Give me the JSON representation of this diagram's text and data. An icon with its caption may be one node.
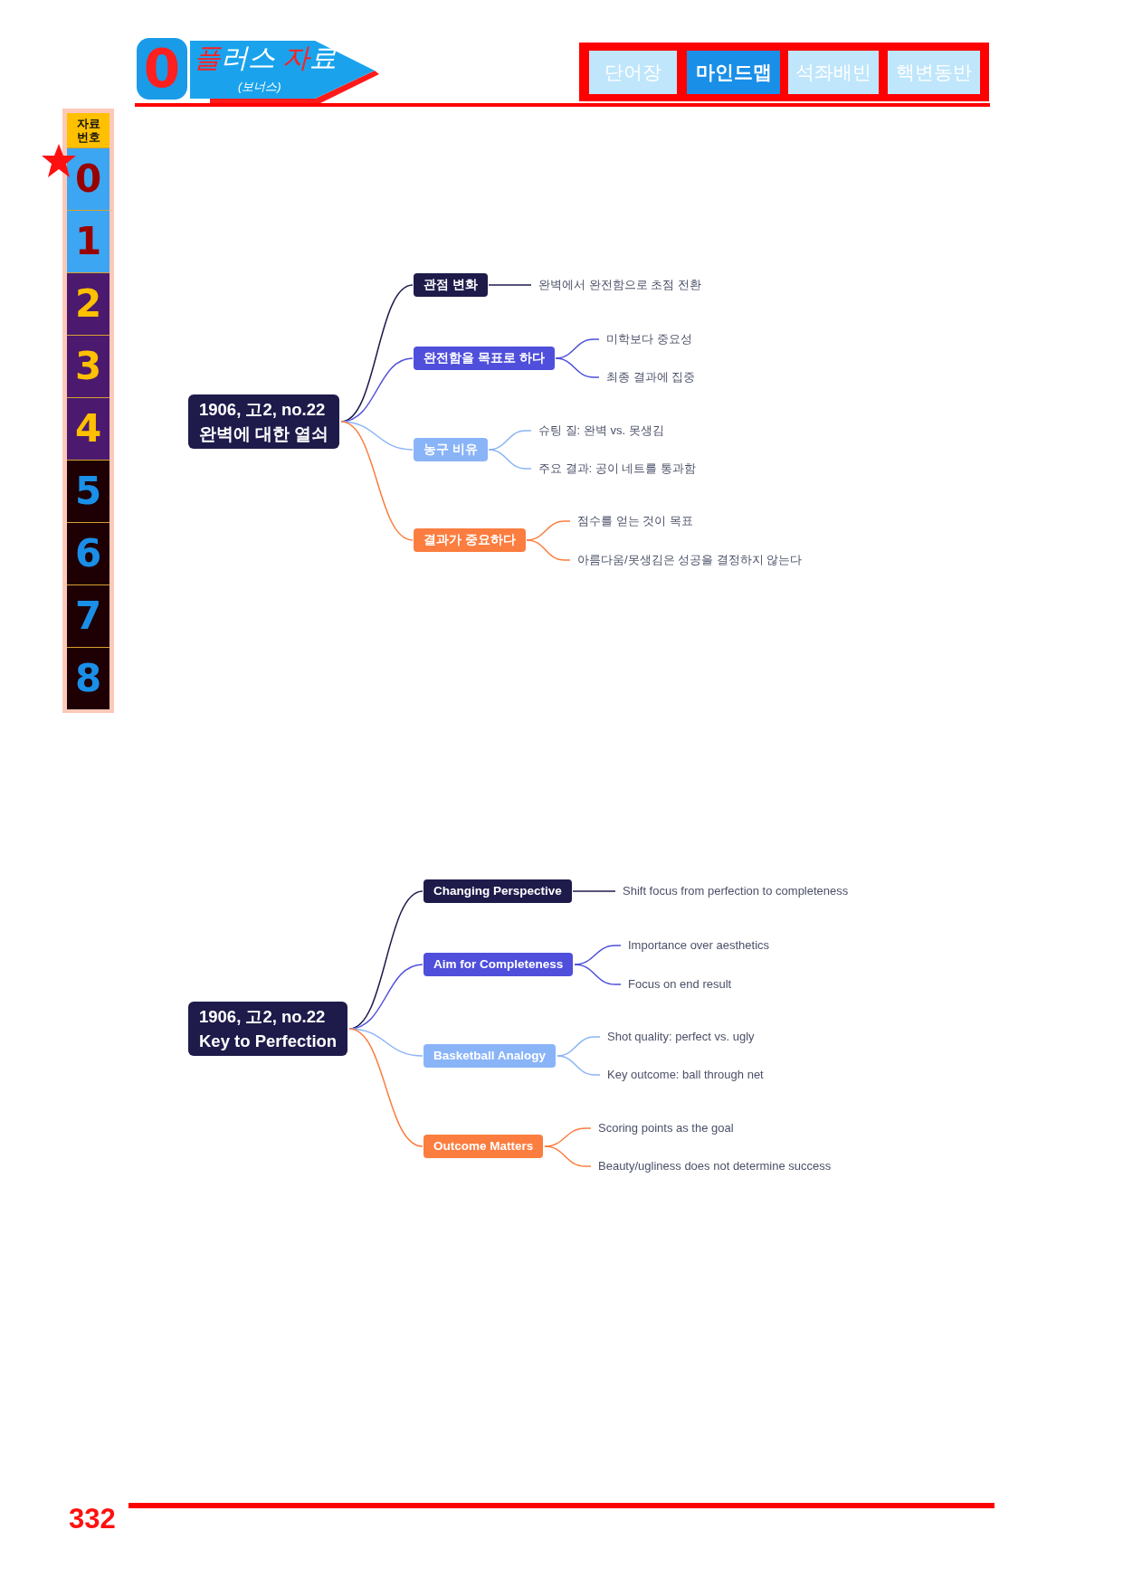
{
  "diagram": {
    "nodes": [
      {
        "text": [
          "1906, 고2, no.22",
          "완벽에 대한 열쇠"
        ]
      },
      {
        "text": [
          "관점 변화"
        ]
      },
      {
        "text": [
          "완벽에서 완전함으로 초점 전환"
        ]
      },
      {
        "text": [
          "완전함을 목표로 하다"
        ]
      },
      {
        "text": [
          "미학보다 중요성"
        ]
      },
      {
        "text": [
          "최종 결과에 집중"
        ]
      },
      {
        "text": [
          "농구 비유"
        ]
      },
      {
        "text": [
          "슈팅 질: 완벽 vs. 못생김"
        ]
      },
      {
        "text": [
          "주요 결과: 공이 네트를 통과함"
        ]
      },
      {
        "text": [
          "결과가 중요하다"
        ]
      },
      {
        "text": [
          "점수를 얻는 것이 목표"
        ]
      },
      {
        "text": [
          "아름다움/못생김은 성공을 결정하지 않는다"
        ]
      },
      {
        "text": [
          "1906, 고2, no.22",
          "Key to Perfection"
        ]
      },
      {
        "text": [
          "Changing Perspective"
        ]
      },
      {
        "text": [
          "Shift focus from perfection to completeness"
        ]
      },
      {
        "text": [
          "Aim for Completeness"
        ]
      },
      {
        "text": [
          "Importance over aesthetics"
        ]
      },
      {
        "text": [
          "Focus on end result"
        ]
      },
      {
        "text": [
          "Basketball Analogy"
        ]
      },
      {
        "text": [
          "Shot quality: perfect vs. ugly"
        ]
      },
      {
        "text": [
          "Key outcome: ball through net"
        ]
      },
      {
        "text": [
          "Outcome Matters"
        ]
      },
      {
        "text": [
          "Scoring points as the goal"
        ]
      },
      {
        "text": [
          "Beauty/ugliness does not determine success"
        ]
      }
    ],
    "edges": [
      {
        "from": 0,
        "to": 1,
        "arrow": "none",
        "color": "#1e1b4b"
      },
      {
        "from": 1,
        "to": 2,
        "arrow": "none",
        "color": "#1e1b4b"
      },
      {
        "from": 0,
        "to": 3,
        "arrow": "none",
        "color": "#4f4fdc"
      },
      {
        "from": 3,
        "to": 4,
        "arrow": "none",
        "color": "#4f4fdc"
      },
      {
        "from": 3,
        "to": 5,
        "arrow": "none",
        "color": "#4f4fdc"
      },
      {
        "from": 0,
        "to": 6,
        "arrow": "none",
        "color": "#8ab4f8"
      },
      {
        "from": 6,
        "to": 7,
        "arrow": "none",
        "color": "#8ab4f8"
      },
      {
        "from": 6,
        "to": 8,
        "arrow": "none",
        "color": "#8ab4f8"
      },
      {
        "from": 0,
        "to": 9,
        "arrow": "none",
        "color": "#fb7d3f"
      },
      {
        "from": 9,
        "to": 10,
        "arrow": "none",
        "color": "#fb7d3f"
      },
      {
        "from": 9,
        "to": 11,
        "arrow": "none",
        "color": "#fb7d3f"
      },
      {
        "from": 12,
        "to": 13,
        "arrow": "none",
        "color": "#1e1b4b"
      },
      {
        "from": 13,
        "to": 14,
        "arrow": "none",
        "color": "#1e1b4b"
      },
      {
        "from": 12,
        "to": 15,
        "arrow": "none",
        "color": "#4f4fdc"
      },
      {
        "from": 15,
        "to": 16,
        "arrow": "none",
        "color": "#4f4fdc"
      },
      {
        "from": 15,
        "to": 17,
        "arrow": "none",
        "color": "#4f4fdc"
      },
      {
        "from": 12,
        "to": 18,
        "arrow": "none",
        "color": "#8ab4f8"
      },
      {
        "from": 18,
        "to": 19,
        "arrow": "none",
        "color": "#8ab4f8"
      },
      {
        "from": 18,
        "to": 20,
        "arrow": "none",
        "color": "#8ab4f8"
      },
      {
        "from": 12,
        "to": 21,
        "arrow": "none",
        "color": "#fb7d3f"
      },
      {
        "from": 21,
        "to": 22,
        "arrow": "none",
        "color": "#fb7d3f"
      },
      {
        "from": 21,
        "to": 23,
        "arrow": "none",
        "color": "#fb7d3f"
      }
    ],
    "labels": [
      "0",
      "플러스 자료",
      "(보너스)",
      "단어장",
      "마인드맵",
      "석좌배빈",
      "핵변동반",
      "자료 번호",
      "0",
      "1",
      "2",
      "3",
      "4",
      "5",
      "6",
      "7",
      "8",
      "332"
    ]
  }
}
